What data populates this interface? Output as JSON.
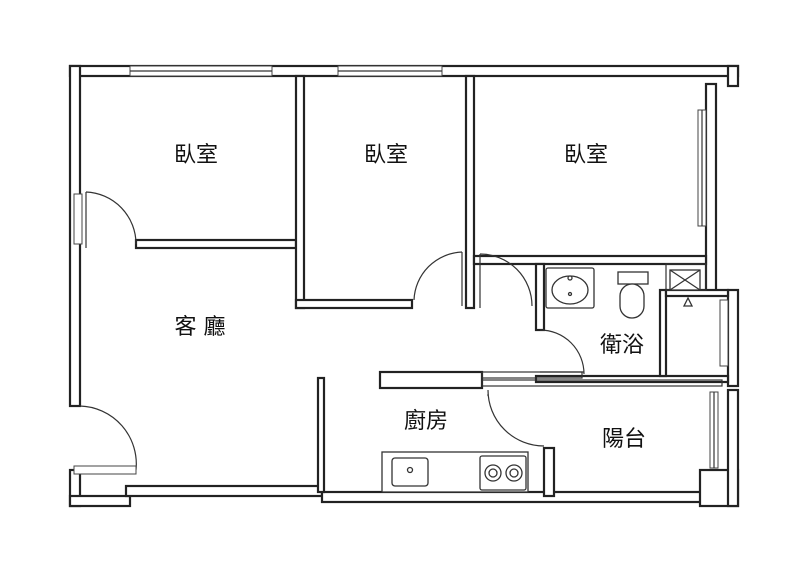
{
  "rooms": {
    "bedroom_left": "臥室",
    "bedroom_middle": "臥室",
    "bedroom_right": "臥室",
    "living_room": "客 廳",
    "bathroom": "衛浴",
    "kitchen": "廚房",
    "balcony": "陽台"
  },
  "icons": {
    "meter_box": "cross-box-icon",
    "drain_marker": "triangle-icon",
    "sink": "sink-icon",
    "toilet": "toilet-icon",
    "kitchen_sink": "kitchen-sink-icon",
    "stove": "two-burner-stove-icon"
  },
  "colors": {
    "wall": "#222222",
    "line": "#333333",
    "background": "#ffffff"
  }
}
